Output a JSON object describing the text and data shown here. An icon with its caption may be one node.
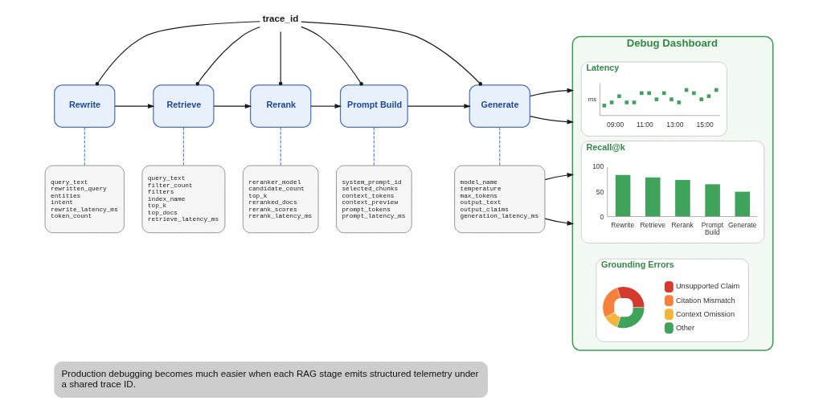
{
  "diagram": {
    "caption": "Production debugging becomes much easier when each RAG stage emits structured telemetry under a shared trace ID.",
    "nodes": [
      {
        "text": [
          "trace_id"
        ]
      },
      {
        "text": [
          "Rewrite"
        ]
      },
      {
        "text": [
          "Retrieve"
        ]
      },
      {
        "text": [
          "Rerank"
        ]
      },
      {
        "text": [
          "Prompt Build"
        ]
      },
      {
        "text": [
          "Generate"
        ]
      },
      {
        "text": [
          "query_text",
          "rewritten_query",
          "entities",
          "intent",
          "rewrite_latency_ms",
          "token_count"
        ]
      },
      {
        "text": [
          "query_text",
          "filter_count",
          "filters",
          "index_name",
          "top_k",
          "top_docs",
          "retrieve_latency_ms"
        ]
      },
      {
        "text": [
          "reranker_model",
          "candidate_count",
          "top_k",
          "reranked_docs",
          "rerank_scores",
          "rerank_latency_ms"
        ]
      },
      {
        "text": [
          "system_prompt_id",
          "selected_chunks",
          "context_tokens",
          "context_preview",
          "prompt_tokens",
          "prompt_latency_ms"
        ]
      },
      {
        "text": [
          "model_name",
          "temperature",
          "max_tokens",
          "output_text",
          "output_claims",
          "generation_latency_ms"
        ]
      },
      {
        "text": [
          "Debug Dashboard"
        ]
      },
      {
        "text": [
          "Latency"
        ],
        "in": 11
      },
      {
        "text": [
          "Recall@k"
        ],
        "in": 11
      },
      {
        "text": [
          "Grounding Errors"
        ],
        "in": 11
      },
      {
        "text": [],
        "shape": "circle",
        "in": 14
      }
    ],
    "edges": [
      {
        "from": 0,
        "to": 1,
        "arrow": "other"
      },
      {
        "from": 0,
        "to": 2,
        "arrow": "other"
      },
      {
        "from": 0,
        "to": 3,
        "arrow": "other"
      },
      {
        "from": 0,
        "to": 4,
        "arrow": "other"
      },
      {
        "from": 0,
        "to": 5,
        "arrow": "other"
      },
      {
        "from": 1,
        "to": 2,
        "arrow": "to"
      },
      {
        "from": 2,
        "to": 3,
        "arrow": "to"
      },
      {
        "from": 3,
        "to": 4,
        "arrow": "to"
      },
      {
        "from": 4,
        "to": 5,
        "arrow": "to"
      },
      {
        "from": 1,
        "to": 6,
        "arrow": "none",
        "style": "dashed",
        "color": "#5b82d6"
      },
      {
        "from": 2,
        "to": 7,
        "arrow": "none",
        "style": "dashed",
        "color": "#5b82d6"
      },
      {
        "from": 3,
        "to": 8,
        "arrow": "none",
        "style": "dashed",
        "color": "#5b82d6"
      },
      {
        "from": 4,
        "to": 9,
        "arrow": "none",
        "style": "dashed",
        "color": "#5b82d6"
      },
      {
        "from": 5,
        "to": 10,
        "arrow": "none",
        "style": "dashed",
        "color": "#5b82d6"
      },
      {
        "from": 5,
        "to": 11,
        "arrow": "to"
      },
      {
        "from": 5,
        "to": 11,
        "arrow": "to"
      },
      {
        "from": 10,
        "to": 11,
        "arrow": "to"
      },
      {
        "from": 10,
        "to": 11,
        "arrow": "to"
      }
    ],
    "labels": [
      "ms",
      "09:00",
      "11:00",
      "13:00",
      "15:00"
    ],
    "legend": [
      {
        "text": "Unsupported Claim",
        "color": "#d63a2f"
      },
      {
        "text": "Citation Mismatch",
        "color": "#f5813b"
      },
      {
        "text": "Context Omission",
        "color": "#f6b53a"
      },
      {
        "text": "Other",
        "color": "#3fa35c"
      }
    ],
    "chart_data": {
      "type": "bar",
      "categories": [
        "Rewrite",
        "Retrieve",
        "Rerank",
        "Prompt Build",
        "Generate"
      ],
      "series": [
        {
          "color": "#3fa35c",
          "values": [
            84,
            79,
            74,
            65,
            50
          ]
        }
      ],
      "ylim": [
        0,
        100
      ],
      "yticks": [
        0,
        50,
        100
      ]
    }
  }
}
